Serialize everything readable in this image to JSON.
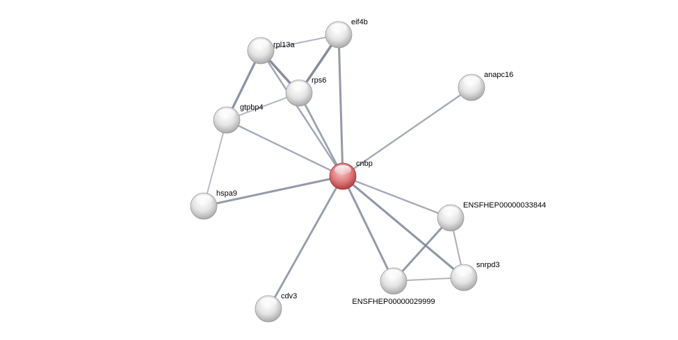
{
  "network": {
    "query_node": "cnbp",
    "colors": {
      "query": "#d9545a",
      "node": "#d8d8d8",
      "edge": "#7a8094"
    },
    "nodes": [
      "rpl13a",
      "eif4b",
      "rps6",
      "gtpbp4",
      "anapc16",
      "cnbp",
      "hspa9",
      "ENSFHEP00000033844",
      "ENSFHEP00000029999",
      "snrpd3",
      "cdv3"
    ],
    "edges": [
      {
        "a": "rpl13a",
        "b": "eif4b",
        "strength": 0.3
      },
      {
        "a": "rpl13a",
        "b": "rps6",
        "strength": 0.9
      },
      {
        "a": "rpl13a",
        "b": "gtpbp4",
        "strength": 0.8
      },
      {
        "a": "rpl13a",
        "b": "cnbp",
        "strength": 0.5
      },
      {
        "a": "eif4b",
        "b": "rps6",
        "strength": 0.9
      },
      {
        "a": "eif4b",
        "b": "cnbp",
        "strength": 0.7
      },
      {
        "a": "rps6",
        "b": "gtpbp4",
        "strength": 0.3
      },
      {
        "a": "rps6",
        "b": "cnbp",
        "strength": 0.6
      },
      {
        "a": "gtpbp4",
        "b": "cnbp",
        "strength": 0.45
      },
      {
        "a": "gtpbp4",
        "b": "hspa9",
        "strength": 0.25
      },
      {
        "a": "hspa9",
        "b": "cnbp",
        "strength": 0.7
      },
      {
        "a": "anapc16",
        "b": "cnbp",
        "strength": 0.45
      },
      {
        "a": "cnbp",
        "b": "ENSFHEP00000033844",
        "strength": 0.45
      },
      {
        "a": "cnbp",
        "b": "ENSFHEP00000029999",
        "strength": 0.7
      },
      {
        "a": "cnbp",
        "b": "snrpd3",
        "strength": 0.75
      },
      {
        "a": "cnbp",
        "b": "cdv3",
        "strength": 0.65
      },
      {
        "a": "ENSFHEP00000033844",
        "b": "ENSFHEP00000029999",
        "strength": 0.7
      },
      {
        "a": "ENSFHEP00000033844",
        "b": "snrpd3",
        "strength": 0.35
      },
      {
        "a": "ENSFHEP00000029999",
        "b": "snrpd3",
        "strength": 0.3
      }
    ]
  }
}
